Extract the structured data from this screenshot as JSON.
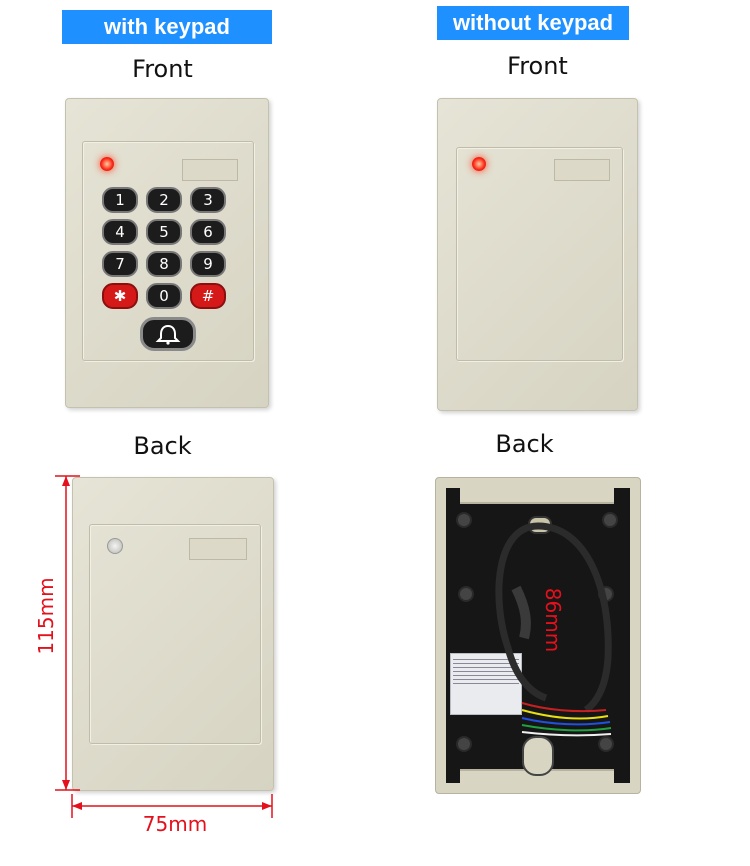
{
  "labels": {
    "with_keypad": "with keypad",
    "without_keypad": "without keypad",
    "front_left": "Front",
    "front_right": "Front",
    "back_left": "Back",
    "back_right": "Back"
  },
  "keypad": {
    "rows": [
      [
        "1",
        "2",
        "3"
      ],
      [
        "4",
        "5",
        "6"
      ],
      [
        "7",
        "8",
        "9"
      ],
      [
        "✱",
        "0",
        "#"
      ]
    ]
  },
  "dimensions": {
    "height": "115mm",
    "width": "75mm",
    "hole_spacing": "86mm"
  },
  "colors": {
    "tag_blue": "#1e90ff",
    "casing": "#dedbc9",
    "dimension_red": "#e4101c",
    "led_red": "#ff2a1a"
  }
}
